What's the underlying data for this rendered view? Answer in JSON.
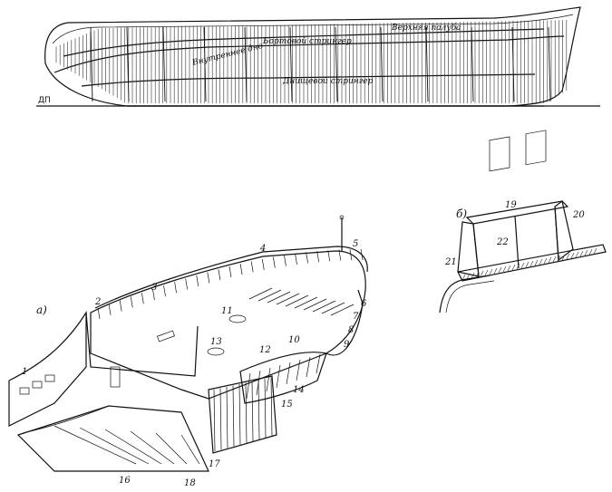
{
  "top_view": {
    "labels": {
      "upper_deck": "Верхняя палуба",
      "side_stringer": "Бортовой  стрингер",
      "inner_bottom": "Внутреннее дно",
      "bottom_stringer": "Днищевой  стрингер",
      "centerline": "ДП"
    }
  },
  "view_a": {
    "label": "а)"
  },
  "view_b": {
    "label": "б)"
  },
  "callouts": [
    "1",
    "2",
    "3",
    "4",
    "5",
    "6",
    "7",
    "8",
    "9",
    "10",
    "11",
    "12",
    "13",
    "14",
    "15",
    "16",
    "17",
    "18",
    "19",
    "20",
    "21",
    "22"
  ]
}
